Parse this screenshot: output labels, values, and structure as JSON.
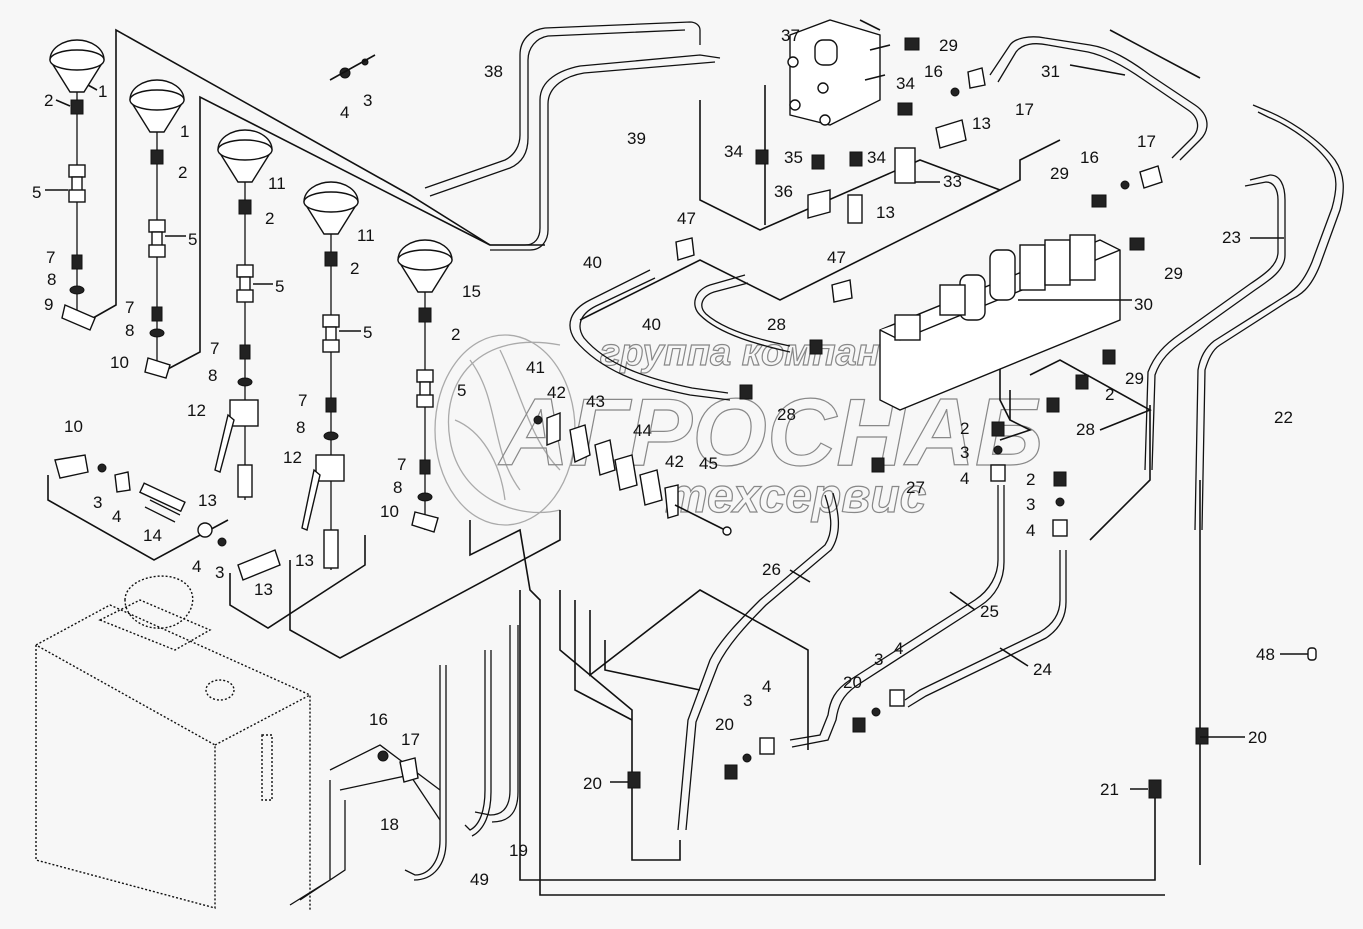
{
  "watermark": {
    "line1": "группа компаний",
    "line2": "АГРОСНАБ",
    "line3": "техсервис"
  },
  "callouts": [
    {
      "id": "c1a",
      "label": "1"
    },
    {
      "id": "c1b",
      "label": "1"
    },
    {
      "id": "c2a",
      "label": "2"
    },
    {
      "id": "c2b",
      "label": "2"
    },
    {
      "id": "c2c",
      "label": "2"
    },
    {
      "id": "c2d",
      "label": "2"
    },
    {
      "id": "c2e",
      "label": "2"
    },
    {
      "id": "c2f",
      "label": "2"
    },
    {
      "id": "c2g",
      "label": "2"
    },
    {
      "id": "c2h",
      "label": "2"
    },
    {
      "id": "c3a",
      "label": "3"
    },
    {
      "id": "c3b",
      "label": "3"
    },
    {
      "id": "c3c",
      "label": "3"
    },
    {
      "id": "c3d",
      "label": "3"
    },
    {
      "id": "c3e",
      "label": "3"
    },
    {
      "id": "c3f",
      "label": "3"
    },
    {
      "id": "c3g",
      "label": "3"
    },
    {
      "id": "c4a",
      "label": "4"
    },
    {
      "id": "c4b",
      "label": "4"
    },
    {
      "id": "c4c",
      "label": "4"
    },
    {
      "id": "c4d",
      "label": "4"
    },
    {
      "id": "c4e",
      "label": "4"
    },
    {
      "id": "c4f",
      "label": "4"
    },
    {
      "id": "c4g",
      "label": "4"
    },
    {
      "id": "c5a",
      "label": "5"
    },
    {
      "id": "c5b",
      "label": "5"
    },
    {
      "id": "c5c",
      "label": "5"
    },
    {
      "id": "c5d",
      "label": "5"
    },
    {
      "id": "c5e",
      "label": "5"
    },
    {
      "id": "c7a",
      "label": "7"
    },
    {
      "id": "c7b",
      "label": "7"
    },
    {
      "id": "c7c",
      "label": "7"
    },
    {
      "id": "c7d",
      "label": "7"
    },
    {
      "id": "c7e",
      "label": "7"
    },
    {
      "id": "c8a",
      "label": "8"
    },
    {
      "id": "c8b",
      "label": "8"
    },
    {
      "id": "c8c",
      "label": "8"
    },
    {
      "id": "c8d",
      "label": "8"
    },
    {
      "id": "c8e",
      "label": "8"
    },
    {
      "id": "c9",
      "label": "9"
    },
    {
      "id": "c10a",
      "label": "10"
    },
    {
      "id": "c10b",
      "label": "10"
    },
    {
      "id": "c10c",
      "label": "10"
    },
    {
      "id": "c11a",
      "label": "11"
    },
    {
      "id": "c11b",
      "label": "11"
    },
    {
      "id": "c12a",
      "label": "12"
    },
    {
      "id": "c12b",
      "label": "12"
    },
    {
      "id": "c13a",
      "label": "13"
    },
    {
      "id": "c13b",
      "label": "13"
    },
    {
      "id": "c13c",
      "label": "13"
    },
    {
      "id": "c13d",
      "label": "13"
    },
    {
      "id": "c13e",
      "label": "13"
    },
    {
      "id": "c14",
      "label": "14"
    },
    {
      "id": "c15",
      "label": "15"
    },
    {
      "id": "c16a",
      "label": "16"
    },
    {
      "id": "c16b",
      "label": "16"
    },
    {
      "id": "c16c",
      "label": "16"
    },
    {
      "id": "c17a",
      "label": "17"
    },
    {
      "id": "c17b",
      "label": "17"
    },
    {
      "id": "c17c",
      "label": "17"
    },
    {
      "id": "c18",
      "label": "18"
    },
    {
      "id": "c19",
      "label": "19"
    },
    {
      "id": "c20a",
      "label": "20"
    },
    {
      "id": "c20b",
      "label": "20"
    },
    {
      "id": "c20c",
      "label": "20"
    },
    {
      "id": "c20d",
      "label": "20"
    },
    {
      "id": "c21",
      "label": "21"
    },
    {
      "id": "c22",
      "label": "22"
    },
    {
      "id": "c23",
      "label": "23"
    },
    {
      "id": "c24",
      "label": "24"
    },
    {
      "id": "c25",
      "label": "25"
    },
    {
      "id": "c26",
      "label": "26"
    },
    {
      "id": "c27",
      "label": "27"
    },
    {
      "id": "c28a",
      "label": "28"
    },
    {
      "id": "c28b",
      "label": "28"
    },
    {
      "id": "c28c",
      "label": "28"
    },
    {
      "id": "c29a",
      "label": "29"
    },
    {
      "id": "c29b",
      "label": "29"
    },
    {
      "id": "c29c",
      "label": "29"
    },
    {
      "id": "c29d",
      "label": "29"
    },
    {
      "id": "c30",
      "label": "30"
    },
    {
      "id": "c31",
      "label": "31"
    },
    {
      "id": "c33",
      "label": "33"
    },
    {
      "id": "c34a",
      "label": "34"
    },
    {
      "id": "c34b",
      "label": "34"
    },
    {
      "id": "c34c",
      "label": "34"
    },
    {
      "id": "c35",
      "label": "35"
    },
    {
      "id": "c36",
      "label": "36"
    },
    {
      "id": "c37",
      "label": "37"
    },
    {
      "id": "c38",
      "label": "38"
    },
    {
      "id": "c39",
      "label": "39"
    },
    {
      "id": "c40a",
      "label": "40"
    },
    {
      "id": "c40b",
      "label": "40"
    },
    {
      "id": "c41",
      "label": "41"
    },
    {
      "id": "c42a",
      "label": "42"
    },
    {
      "id": "c42b",
      "label": "42"
    },
    {
      "id": "c43",
      "label": "43"
    },
    {
      "id": "c44",
      "label": "44"
    },
    {
      "id": "c45",
      "label": "45"
    },
    {
      "id": "c47a",
      "label": "47"
    },
    {
      "id": "c47b",
      "label": "47"
    },
    {
      "id": "c48",
      "label": "48"
    },
    {
      "id": "c49",
      "label": "49"
    }
  ]
}
